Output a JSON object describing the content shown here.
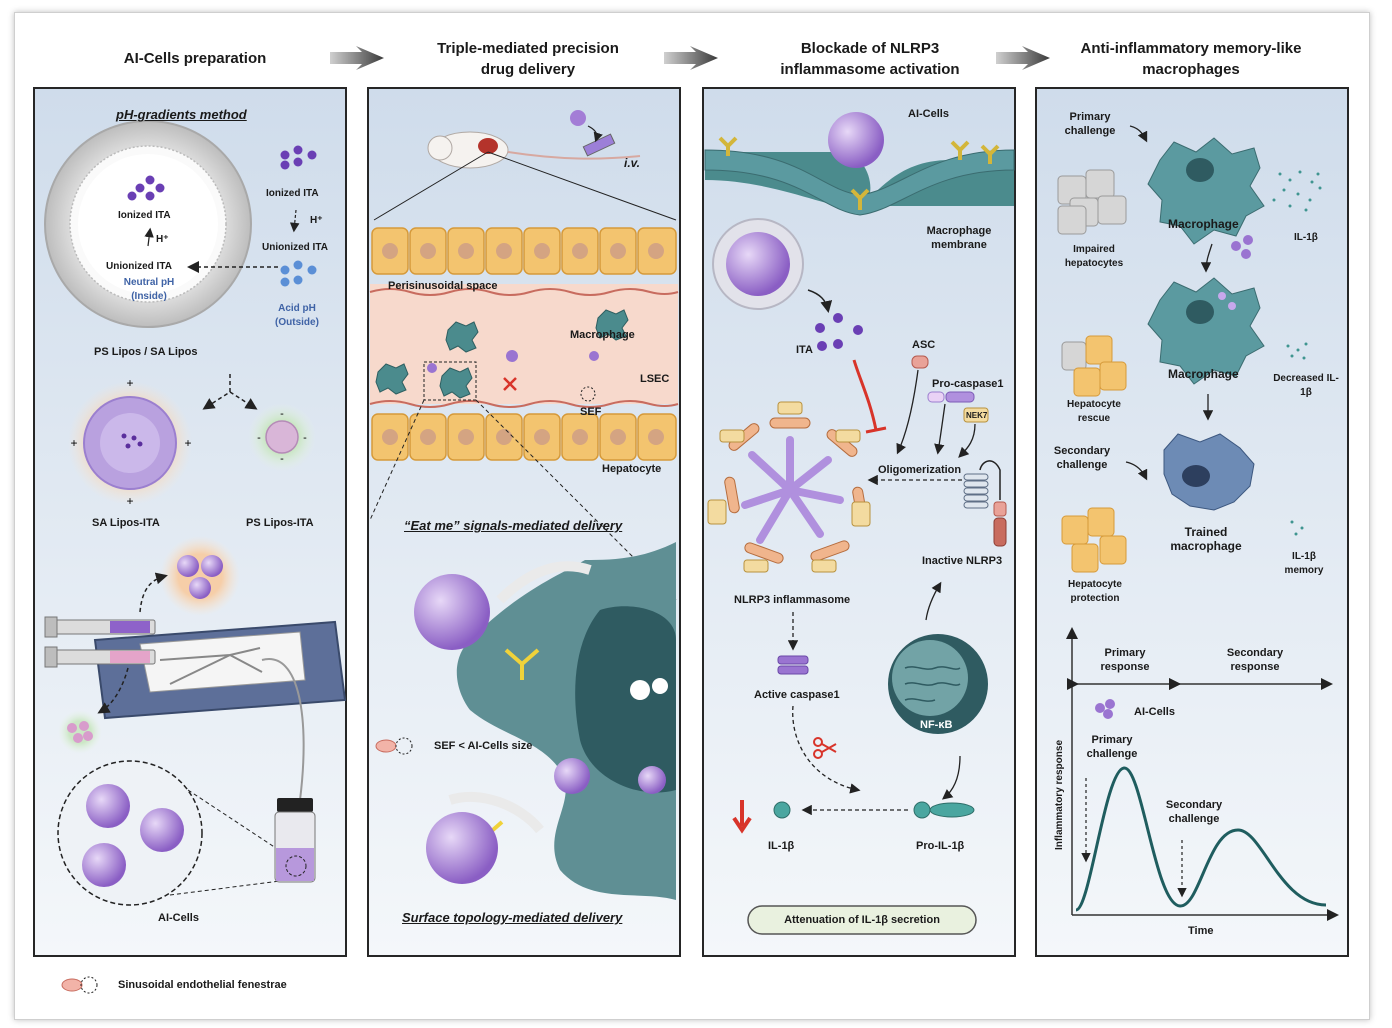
{
  "colors": {
    "panel_bg": "#d7e3ef",
    "border": "#262626",
    "purple": "#6d3fb5",
    "teal": "#4d8a8c",
    "hepatocyte": "#f1c46d",
    "red": "#d8342a",
    "blue_text": "#3f63a6"
  },
  "headers": {
    "h1": "AI-Cells preparation",
    "h2_line1": "Triple-mediated precision",
    "h2_line2": "drug delivery",
    "h3_line1": "Blockade of NLRP3",
    "h3_line2": "inflammasome activation",
    "h4_line1": "Anti-inflammatory memory-like",
    "h4_line2": "macrophages"
  },
  "panel1": {
    "method_title": "pH-gradients method",
    "ionized_ita_inside": "Ionized ITA",
    "h_plus_inside": "H⁺",
    "unionized_ita_inside": "Unionized ITA",
    "neutral_ph_line1": "Neutral pH",
    "neutral_ph_line2": "(Inside)",
    "ionized_ita_outside": "Ionized ITA",
    "h_plus_outside": "H⁺",
    "unionized_ita_outside": "Unionized ITA",
    "acid_ph_line1": "Acid pH",
    "acid_ph_line2": "(Outside)",
    "lipos_label": "PS Lipos / SA Lipos",
    "sa_lipos_ita": "SA Lipos-ITA",
    "ps_lipos_ita": "PS Lipos-ITA",
    "ai_cells": "AI-Cells"
  },
  "panel2": {
    "iv": "i.v.",
    "perisinusoidal": "Perisinusoidal space",
    "macrophage": "Macrophage",
    "lsec": "LSEC",
    "sef": "SEF",
    "hepatocyte": "Hepatocyte",
    "eat_me": "“Eat me” signals-mediated delivery",
    "sef_size": "SEF < AI-Cells size",
    "surface_topology": "Surface topology-mediated delivery"
  },
  "panel3": {
    "ai_cells": "AI-Cells",
    "macrophage_membrane_line1": "Macrophage",
    "macrophage_membrane_line2": "membrane",
    "ita": "ITA",
    "asc": "ASC",
    "pro_caspase1": "Pro-caspase1",
    "nek7": "NEK7",
    "oligomerization": "Oligomerization",
    "inactive_nlrp3": "Inactive NLRP3",
    "nlrp3_inflammasome": "NLRP3 inflammasome",
    "active_caspase1": "Active caspase1",
    "nfkb": "NF-κB",
    "il1b": "IL-1β",
    "pro_il1b": "Pro-IL-1β",
    "attenuation": "Attenuation of IL-1β secretion"
  },
  "panel4": {
    "primary_challenge_line1": "Primary",
    "primary_challenge_line2": "challenge",
    "impaired_line1": "Impaired",
    "impaired_line2": "hepatocytes",
    "macrophage1": "Macrophage",
    "il1b": "IL-1β",
    "hep_rescue_line1": "Hepatocyte",
    "hep_rescue_line2": "rescue",
    "macrophage2": "Macrophage",
    "decreased_line1": "Decreased IL-",
    "decreased_line2": "1β",
    "secondary_challenge_line1": "Secondary",
    "secondary_challenge_line2": "challenge",
    "trained_line1": "Trained",
    "trained_line2": "macrophage",
    "hep_protection_line1": "Hepatocyte",
    "hep_protection_line2": "protection",
    "il1b_memory_line1": "IL-1β",
    "il1b_memory_line2": "memory",
    "primary_response_line1": "Primary",
    "primary_response_line2": "response",
    "secondary_response_line1": "Secondary",
    "secondary_response_line2": "response",
    "ai_cells": "AI-Cells",
    "graph_primary_line1": "Primary",
    "graph_primary_line2": "challenge",
    "graph_secondary_line1": "Secondary",
    "graph_secondary_line2": "challenge",
    "y_axis": "Inflammatory response",
    "x_axis": "Time"
  },
  "footer": {
    "legend": "Sinusoidal endothelial fenestrae"
  }
}
